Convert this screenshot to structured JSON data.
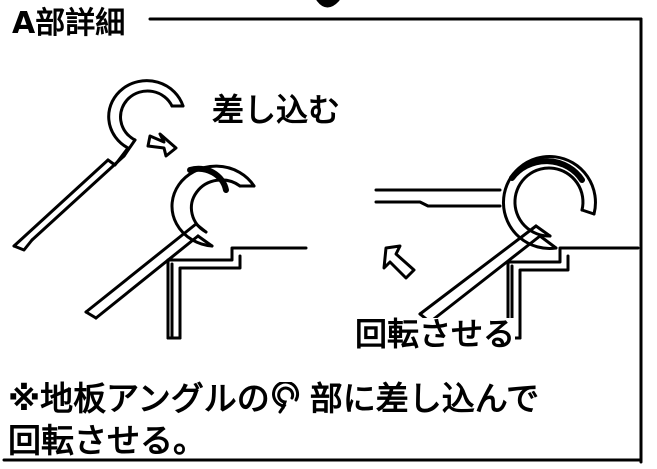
{
  "title": "A部詳細",
  "labels": {
    "insert": "差し込む",
    "rotate": "回転させる"
  },
  "note": {
    "line1_prefix": "※地板アングルの",
    "line1_suffix": "部に差し込んで",
    "line2": "回転させる。"
  },
  "colors": {
    "ink": "#000000",
    "background": "#ffffff"
  }
}
